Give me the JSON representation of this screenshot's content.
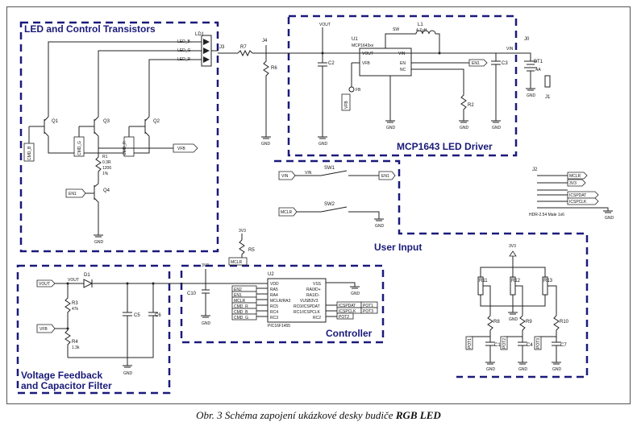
{
  "caption": {
    "prefix": "Obr. 3  Schéma zapojení ukázkové desky budiče ",
    "bold": "RGB LED"
  },
  "sections": {
    "led": "LED and Control Transistors",
    "driver": "MCP1643 LED Driver",
    "user": "User Input",
    "controller": "Controller",
    "feedback1": "Voltage Feedback",
    "feedback2": "and Capacitor Filter"
  },
  "labels": {
    "ld1": "LD1",
    "ledb": "LED_B",
    "ledg": "LED_G",
    "ledr": "LED_R",
    "j3": "J3",
    "r7": "R7",
    "j4": "J4",
    "r6": "R6",
    "gnd": "GND",
    "q1": "Q1",
    "q3": "Q3",
    "q2": "Q2",
    "q4": "Q4",
    "cmdb": "CMD_B",
    "cmdg": "CMD_G",
    "cmdr": "CMD_R",
    "vfb": "VFB",
    "r1": "R1",
    "r1v": "0.3R",
    "r1p": "1206",
    "r1t": "1%",
    "en1": "EN1",
    "vout": "VOUT",
    "c2": "C2",
    "u1": "U1",
    "u1p": "MCP1643xx",
    "l1": "L1",
    "l1v": "4.7µH",
    "sw": "SW",
    "vin": "VIN",
    "en": "EN",
    "nc": "NC",
    "fb": "FB",
    "vfbpin": "VFB",
    "c3": "C3",
    "r2": "R2",
    "j0": "J0",
    "bt1": "BT1",
    "aa": "AA",
    "j1": "J1",
    "sw1": "SW1",
    "sw2": "SW2",
    "mclr": "MCLR",
    "j2": "J2",
    "j2_1": "MCLR",
    "j2_2": "3V3",
    "j2_3": "",
    "j2_4": "ICSPDAT",
    "j2_5": "ICSPCLK",
    "hdr": "HDR-2.54 Male 1x6",
    "v3": "3V3",
    "r5": "R5",
    "c10": "C10",
    "u2": "U2",
    "u2p": "PIC16F1455",
    "vdd": "VDD",
    "ra5": "RA5",
    "ra4": "RA4",
    "ra3": "MCLR/RA3",
    "rc5": "RC5",
    "rc4": "RC4",
    "rc3": "RC3",
    "vss": "VSS",
    "ra0": "RA0/D+",
    "ra1": "RA1/D-",
    "vusb": "VUSB3V3",
    "rc0": "RC0/ICSPDAT",
    "rc1": "RC1/ICSPCLK",
    "rc2": "RC2",
    "en2": "EN2",
    "pot1": "POT1",
    "pot2": "POT2",
    "icspdat": "ICSPDAT",
    "icspclk": "ICSPCLK",
    "d1": "D1",
    "r3": "R3",
    "r3v": "47k",
    "r4": "R4",
    "r4v": "1.3k",
    "c5": "C5",
    "c6": "C6",
    "r11": "R11",
    "r12": "R12",
    "r13": "R13",
    "r8": "R8",
    "r9": "R9",
    "r10": "R10",
    "c1": "C1",
    "c4": "C4",
    "c7": "C7",
    "pot3": "POT3"
  }
}
